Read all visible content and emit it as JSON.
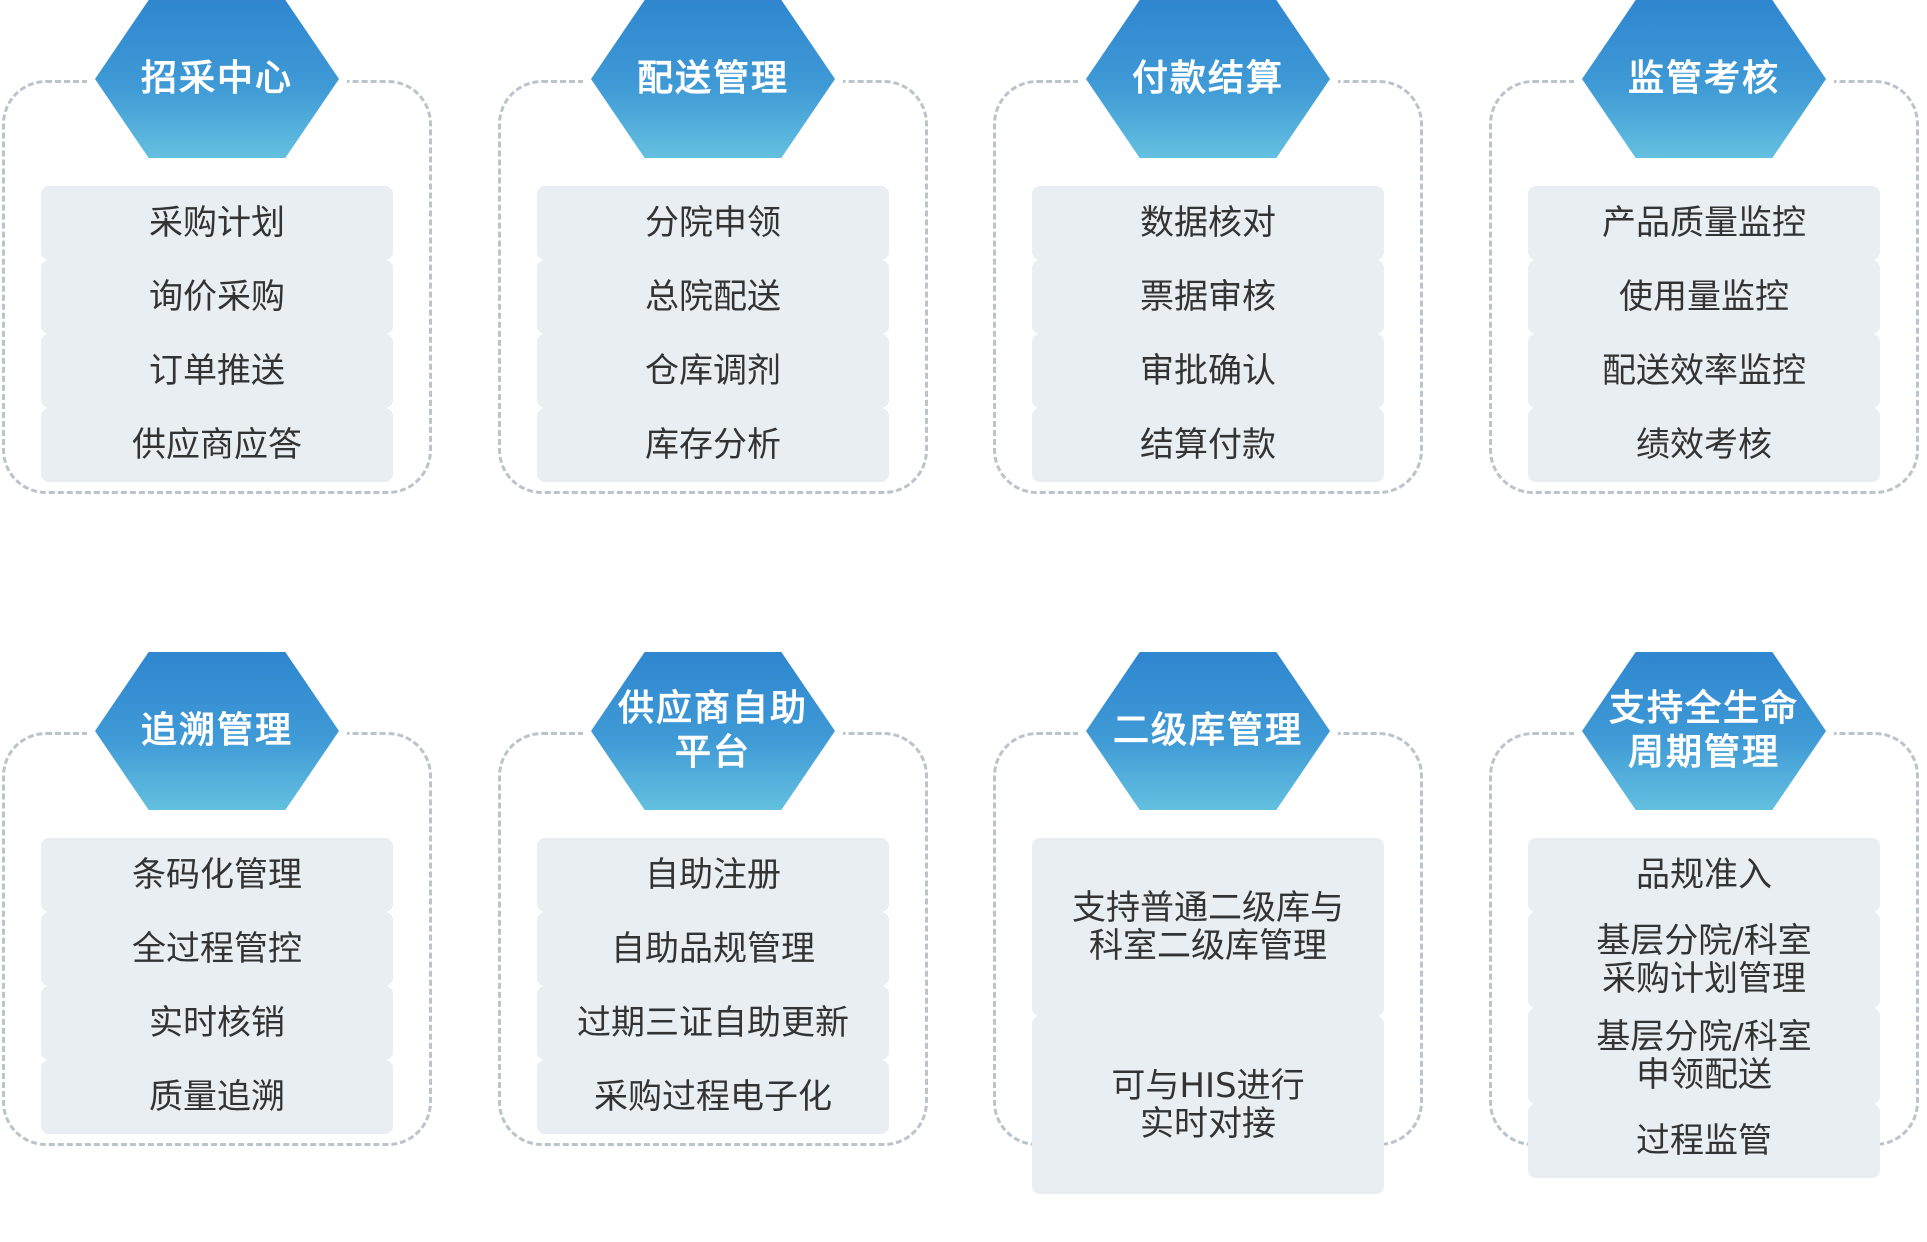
{
  "modules": [
    {
      "title": "招采中心",
      "items": [
        "采购计划",
        "询价采购",
        "订单推送",
        "供应商应答"
      ]
    },
    {
      "title": "配送管理",
      "items": [
        "分院申领",
        "总院配送",
        "仓库调剂",
        "库存分析"
      ]
    },
    {
      "title": "付款结算",
      "items": [
        "数据核对",
        "票据审核",
        "审批确认",
        "结算付款"
      ]
    },
    {
      "title": "监管考核",
      "items": [
        "产品质量监控",
        "使用量监控",
        "配送效率监控",
        "绩效考核"
      ]
    },
    {
      "title": "追溯管理",
      "items": [
        "条码化管理",
        "全过程管控",
        "实时核销",
        "质量追溯"
      ]
    },
    {
      "title": "供应商自助\n平台",
      "items": [
        "自助注册",
        "自助品规管理",
        "过期三证自助更新",
        "采购过程电子化"
      ]
    },
    {
      "title": "二级库管理",
      "items": [
        "支持普通二级库与\n科室二级库管理",
        "可与HIS进行\n实时对接"
      ]
    },
    {
      "title": "支持全生命\n周期管理",
      "items": [
        "品规准入",
        "基层分院/科室\n采购计划管理",
        "基层分院/科室\n申领配送",
        "过程监管"
      ]
    }
  ]
}
